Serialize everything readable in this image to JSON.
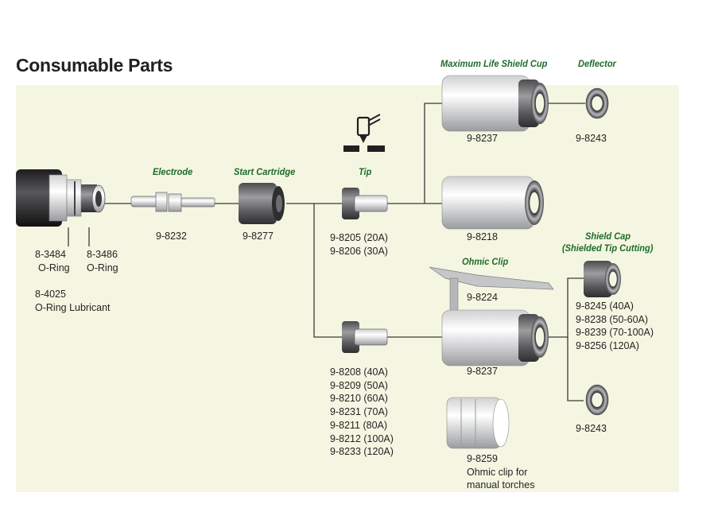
{
  "page": {
    "title": "Consumable Parts"
  },
  "labels": {
    "electrode": "Electrode",
    "start_cartridge": "Start Cartridge",
    "tip": "Tip",
    "max_life_shield_cup": "Maximum Life Shield Cup",
    "deflector": "Deflector",
    "ohmic_clip": "Ohmic Clip",
    "shield_cap": "Shield Cap",
    "shield_cap_sub": "(Shielded Tip Cutting)"
  },
  "parts": {
    "oring_1_number": "8-3484",
    "oring_1_name": "O-Ring",
    "oring_2_number": "8-3486",
    "oring_2_name": "O-Ring",
    "lubricant_number": "8-4025",
    "lubricant_name": "O-Ring Lubricant",
    "electrode": "9-8232",
    "start_cartridge": "9-8277",
    "tip_upper": [
      "9-8205 (20A)",
      "9-8206 (30A)"
    ],
    "tip_lower": [
      "9-8208 (40A)",
      "9-8209 (50A)",
      "9-8210 (60A)",
      "9-8231 (70A)",
      "9-8211 (80A)",
      "9-8212 (100A)",
      "9-8233 (120A)"
    ],
    "shield_cup_top": "9-8237",
    "deflector_top": "9-8243",
    "shield_cup_drag": "9-8218",
    "ohmic_clip": "9-8224",
    "shield_cup_bottom": "9-8237",
    "shield_cap": [
      "9-8245 (40A)",
      "9-8238 (50-60A)",
      "9-8239 (70-100A)",
      "9-8256 (120A)"
    ],
    "deflector_bottom": "9-8243",
    "ohmic_manual_number": "9-8259",
    "ohmic_manual_desc_1": "Ohmic clip for",
    "ohmic_manual_desc_2": "manual torches"
  },
  "icons": [
    "torch-cutting-icon"
  ],
  "colors": {
    "panel": "#f4f6e2",
    "label_green": "#1f6b2a",
    "text": "#231f20",
    "lines": "#3a3a3a"
  }
}
